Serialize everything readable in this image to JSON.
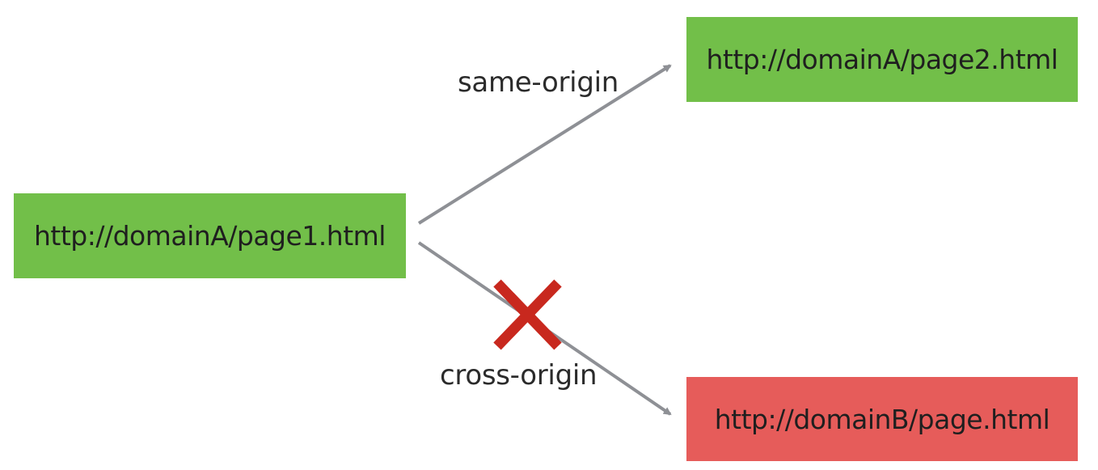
{
  "nodes": {
    "source": {
      "label": "http://domainA/page1.html",
      "color": "#72bf49"
    },
    "same_origin_target": {
      "label": "http://domainA/page2.html",
      "color": "#72bf49"
    },
    "cross_origin_target": {
      "label": "http://domainB/page.html",
      "color": "#e65c5a"
    }
  },
  "edges": {
    "same_origin": {
      "label": "same-origin",
      "color": "#8e9095"
    },
    "cross_origin": {
      "label": "cross-origin",
      "color": "#8e9095",
      "blocked": true,
      "blocked_marker_color": "#c8281e"
    }
  }
}
